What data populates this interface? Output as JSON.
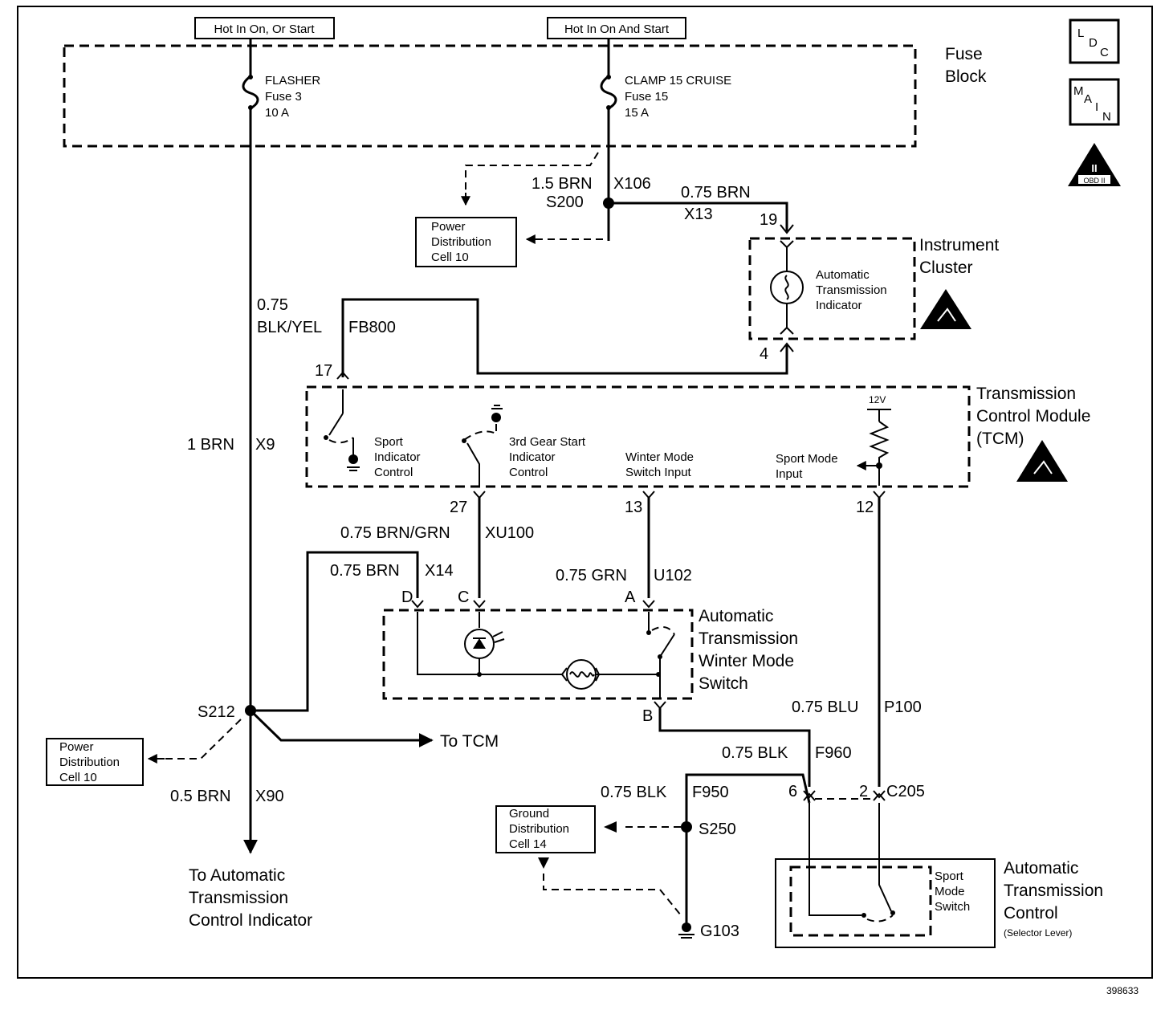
{
  "power": {
    "hot_left": "Hot In On, Or Start",
    "hot_right": "Hot In On And Start"
  },
  "fuse_block": {
    "title_line1": "Fuse",
    "title_line2": "Block",
    "fuse_left": {
      "name": "FLASHER",
      "fuse": "Fuse 3",
      "rating": "10 A"
    },
    "fuse_right": {
      "name": "CLAMP 15 CRUISE",
      "fuse": "Fuse 15",
      "rating": "15 A"
    }
  },
  "icons": {
    "ldc": [
      "L",
      "D",
      "C"
    ],
    "main": [
      "M",
      "A",
      "I",
      "N"
    ],
    "obd": [
      "II",
      "OBD II"
    ]
  },
  "wires": {
    "w_15brn": "1.5 BRN",
    "w_x106": "X106",
    "s200": "S200",
    "w_075brn_top": "0.75 BRN",
    "w_x13": "X13",
    "w_075_a": "0.75",
    "w_blkyel": "BLK/YEL",
    "w_fb800": "FB800",
    "w_1brn": "1 BRN",
    "w_x9": "X9",
    "w_brngrn": "0.75 BRN/GRN",
    "w_xu100": "XU100",
    "w_075brn_x14": "0.75 BRN",
    "w_x14": "X14",
    "w_075grn": "0.75 GRN",
    "w_u102": "U102",
    "w_075blu": "0.75 BLU",
    "w_p100": "P100",
    "w_075blk_f960": "0.75 BLK",
    "w_f960": "F960",
    "w_075blk_f950": "0.75 BLK",
    "w_f950": "F950",
    "s250": "S250",
    "g103": "G103",
    "c205": "C205",
    "s212": "S212",
    "to_tcm": "To TCM",
    "w_05brn": "0.5 BRN",
    "w_x90": "X90",
    "to_atci_1": "To Automatic",
    "to_atci_2": "Transmission",
    "to_atci_3": "Control Indicator"
  },
  "pins": {
    "p19": "19",
    "p4": "4",
    "p17": "17",
    "p27": "27",
    "p13": "13",
    "p12": "12",
    "pD": "D",
    "pC": "C",
    "pA": "A",
    "pB": "B",
    "p6": "6",
    "p2": "2"
  },
  "power_dist_top": [
    "Power",
    "Distribution",
    "Cell 10"
  ],
  "power_dist_left": [
    "Power",
    "Distribution",
    "Cell 10"
  ],
  "ground_dist": [
    "Ground",
    "Distribution",
    "Cell 14"
  ],
  "instrument_cluster": {
    "title_line1": "Instrument",
    "title_line2": "Cluster",
    "indicator": [
      "Automatic",
      "Transmission",
      "Indicator"
    ]
  },
  "tcm": {
    "title_line1": "Transmission",
    "title_line2": "Control Module",
    "title_line3": "(TCM)",
    "v12": "12V",
    "sport_ind": [
      "Sport",
      "Indicator",
      "Control"
    ],
    "third_gear": [
      "3rd Gear Start",
      "Indicator",
      "Control"
    ],
    "winter_input": [
      "Winter Mode",
      "Switch Input"
    ],
    "sport_input": [
      "Sport Mode",
      "Input"
    ]
  },
  "winter_switch": {
    "title": [
      "Automatic",
      "Transmission",
      "Winter Mode",
      "Switch"
    ]
  },
  "selector": {
    "title": [
      "Automatic",
      "Transmission",
      "Control"
    ],
    "sub": "(Selector Lever)",
    "switch_label": [
      "Sport",
      "Mode",
      "Switch"
    ]
  },
  "figure_id": "398633"
}
